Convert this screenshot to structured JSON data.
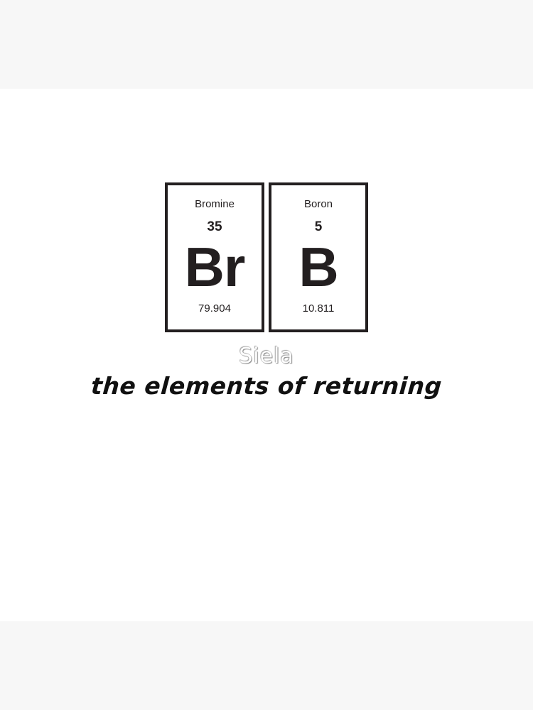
{
  "tiles": [
    {
      "name": "Bromine",
      "number": "35",
      "symbol": "Br",
      "mass": "79.904"
    },
    {
      "name": "Boron",
      "number": "5",
      "symbol": "B",
      "mass": "10.811"
    }
  ],
  "watermark": "Siela",
  "tagline": "the elements of returning",
  "colors": {
    "ink": "#231f20",
    "background": "#ffffff",
    "band": "#f7f7f7"
  }
}
